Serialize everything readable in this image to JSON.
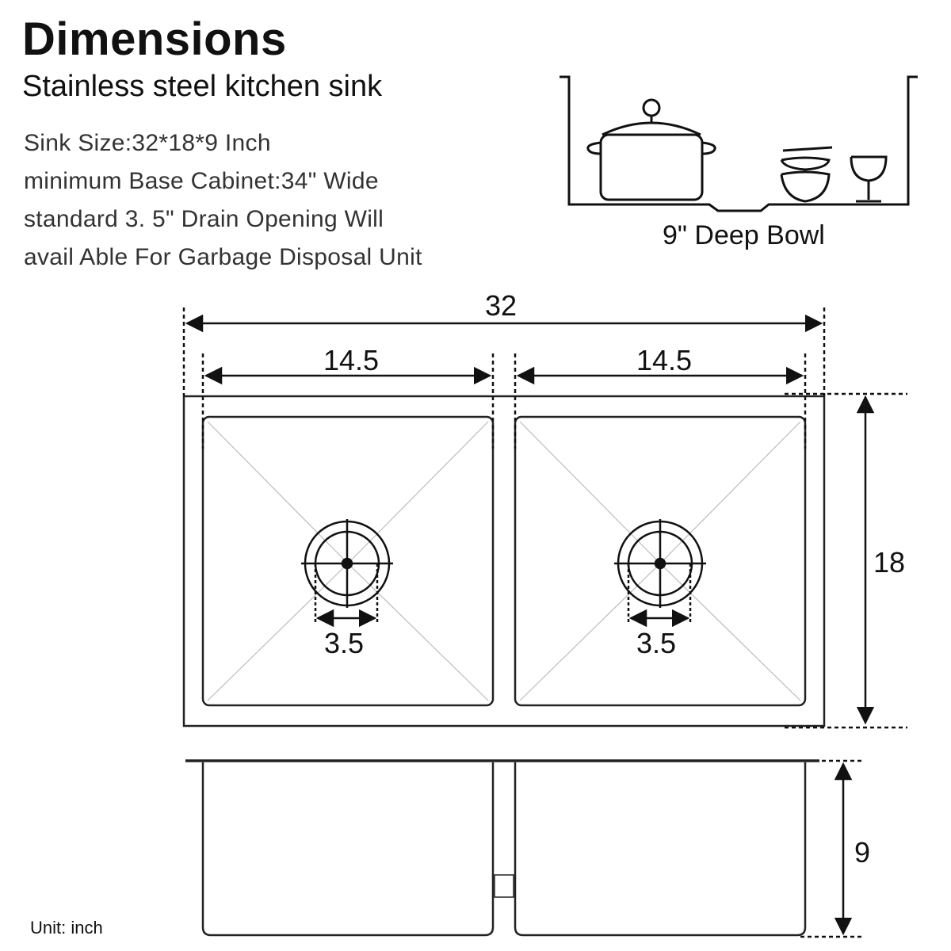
{
  "header": {
    "title": "Dimensions",
    "subtitle": "Stainless steel kitchen sink"
  },
  "specs": [
    "Sink Size:32*18*9 Inch",
    "minimum Base Cabinet:34\" Wide",
    "standard 3. 5\" Drain Opening Will",
    "avail Able For Garbage Disposal Unit"
  ],
  "bowl_illustration": {
    "caption": "9\" Deep Bowl"
  },
  "dimensions": {
    "overall_width": "32",
    "left_bowl_width": "14.5",
    "right_bowl_width": "14.5",
    "depth_front_back": "18",
    "bowl_depth": "9",
    "left_drain": "3.5",
    "right_drain": "3.5"
  },
  "unit_label": "Unit: inch"
}
